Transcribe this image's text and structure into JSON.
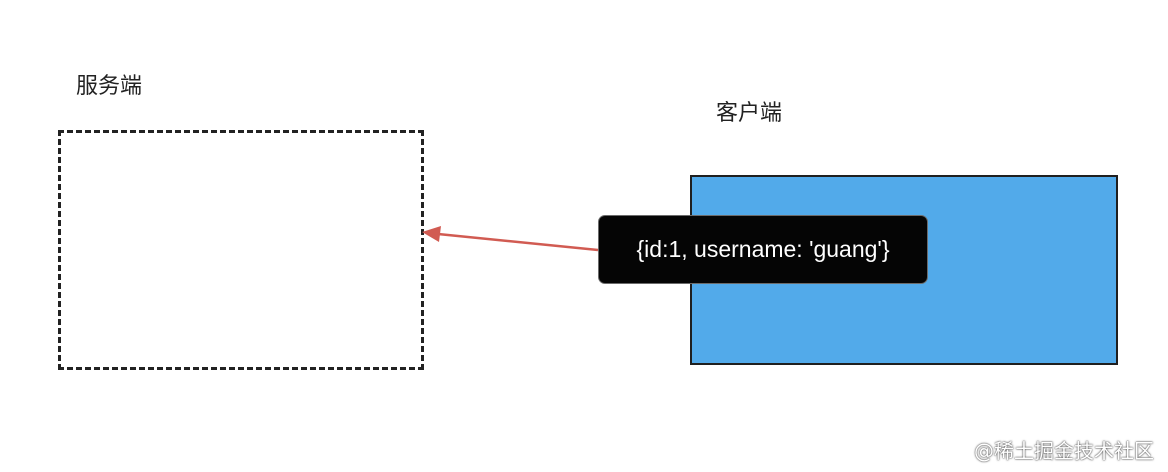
{
  "labels": {
    "server": "服务端",
    "client": "客户端"
  },
  "message": {
    "payload": "{id:1, username: 'guang'}"
  },
  "arrow": {
    "color": "#d15b52",
    "direction": "client-to-server"
  },
  "colors": {
    "client_fill": "#52aaea",
    "server_border": "#222222"
  },
  "watermark": "@稀土掘金技术社区"
}
